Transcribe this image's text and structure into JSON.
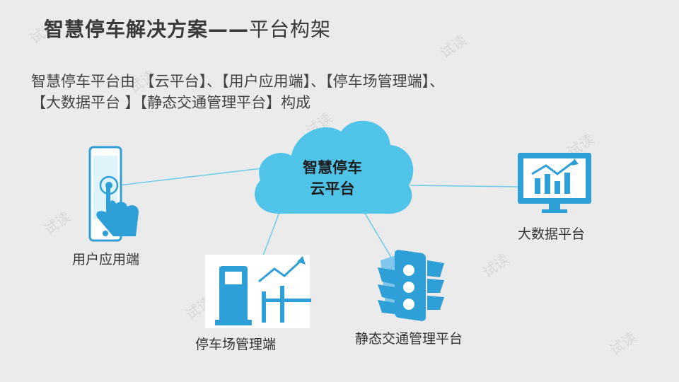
{
  "title": {
    "main": "智慧停车解决方案",
    "dash": "——",
    "sub": "平台构架"
  },
  "description": {
    "line1": "智慧停车平台由 【云平台】、【用户应用端】、【停车场管理端】、",
    "line2": "【大数据平台 】【静态交通管理平台】构成"
  },
  "cloud": {
    "line1": "智慧停车",
    "line2": "云平台"
  },
  "nodes": {
    "user_app": "用户应用端",
    "parking_mgmt": "停车场管理端",
    "static_traffic": "静态交通管理平台",
    "big_data": "大数据平台"
  },
  "watermark": "试读",
  "colors": {
    "accent": "#4fc3e8",
    "icon_blue": "#2f9fd8",
    "line": "#6ccbe8"
  }
}
